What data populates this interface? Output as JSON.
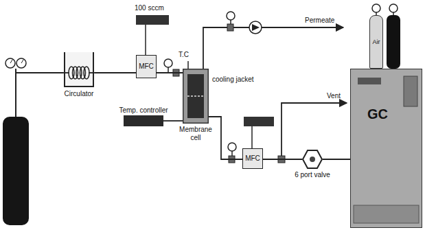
{
  "diagram": {
    "nodes": [
      {
        "text": [
          "Circulator"
        ]
      },
      {
        "text": [
          "MFC"
        ]
      },
      {
        "text": [
          "Temp. controller"
        ]
      },
      {
        "text": [
          "Membrane cell"
        ]
      },
      {
        "text": [
          "MFC"
        ]
      },
      {
        "text": [
          "6 port valve"
        ]
      },
      {
        "text": [
          "GC"
        ]
      },
      {
        "text": [
          "Air"
        ]
      }
    ],
    "edges": [
      {
        "from": 0,
        "to": 1,
        "arrow": "none"
      },
      {
        "from": 1,
        "to": 3,
        "arrow": "none"
      },
      {
        "from": 2,
        "to": 3,
        "arrow": "none"
      },
      {
        "from": 3,
        "to": 4,
        "arrow": "none"
      },
      {
        "from": 4,
        "to": 5,
        "arrow": "none"
      },
      {
        "from": 5,
        "to": 6,
        "arrow": "none"
      }
    ],
    "labels": [
      "100 sccm",
      "T.C",
      "Permeate",
      "cooling jacket",
      "Vent"
    ]
  }
}
